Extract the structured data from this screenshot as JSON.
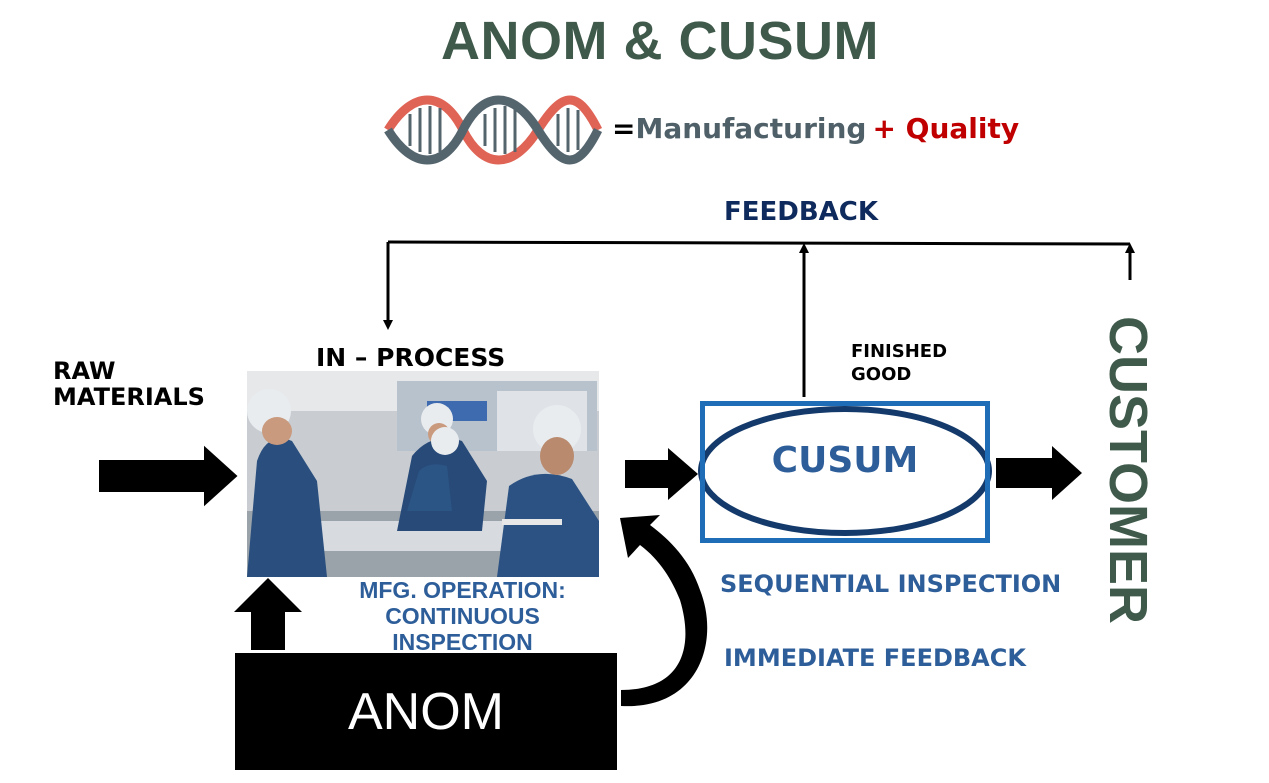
{
  "title": "ANOM & CUSUM",
  "equation": {
    "equals": "=",
    "manufacturing": "Manufacturing",
    "quality": "+ Quality",
    "icon": "dna-helix-icon"
  },
  "feedback_label": "FEEDBACK",
  "raw_materials": [
    "RAW",
    "MATERIALS"
  ],
  "in_process_label": "IN – PROCESS",
  "finished_good": [
    "FINISHED",
    "GOOD"
  ],
  "photo_icon": "cleanroom-workers-photo",
  "mfg_operation": [
    "MFG. OPERATION:",
    "CONTINUOUS",
    "INSPECTION"
  ],
  "cusum_label": "CUSUM",
  "sequential_inspection": "SEQUENTIAL INSPECTION",
  "immediate_feedback": "IMMEDIATE FEEDBACK",
  "anom_label": "ANOM",
  "customer_label": "CUSTOMER",
  "colors": {
    "title": "#3f5a4b",
    "quality_red": "#c00000",
    "label_blue": "#2e5e9a",
    "feedback_navy": "#0f2a5c",
    "cusum_border": "#1f6db6",
    "ellipse_navy": "#143a6b"
  }
}
